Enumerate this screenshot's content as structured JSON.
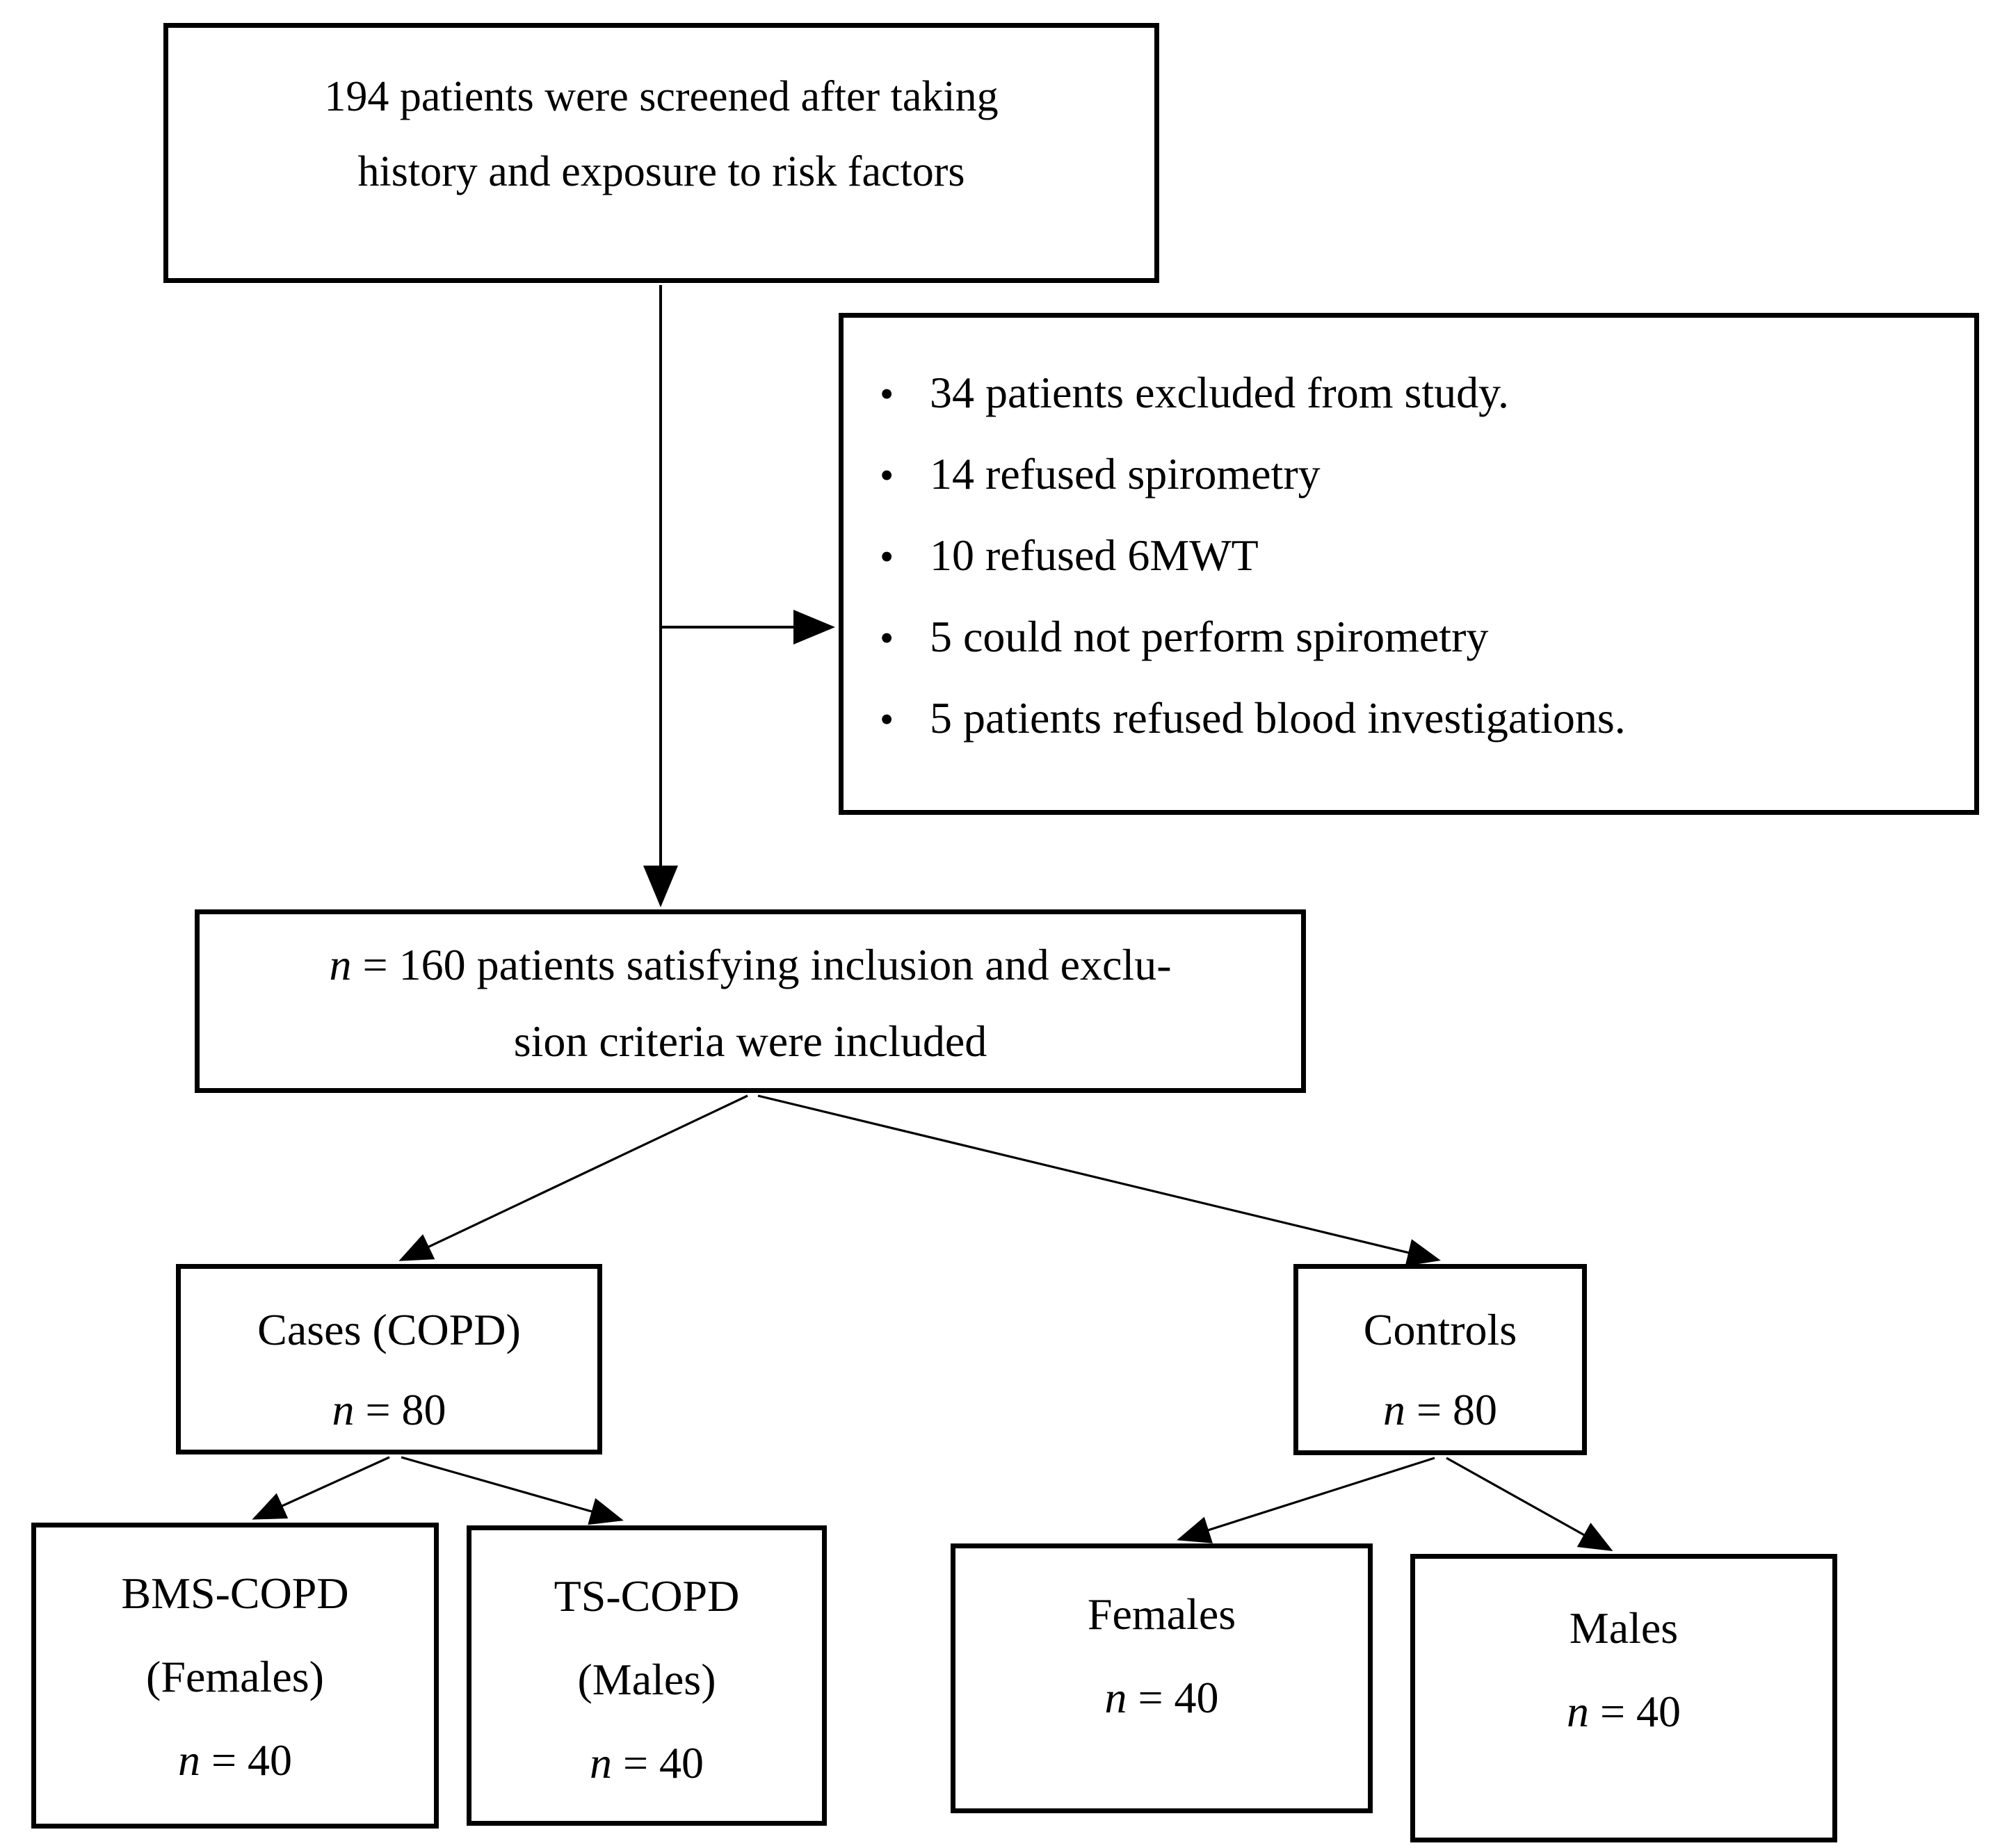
{
  "diagram": {
    "colors": {
      "ink": "#000000",
      "paper": "#ffffff"
    },
    "boxes": {
      "screened": {
        "line1": "194 patients were screened after taking",
        "line2": "history and exposure to risk factors"
      },
      "exclusions": {
        "bullet_glyph": "•",
        "items": [
          "34 patients excluded from study.",
          "14 refused spirometry",
          "10 refused 6MWT",
          "5 could not perform spirometry",
          "5 patients refused blood investigations."
        ]
      },
      "included": {
        "line1_var": "n",
        "line1_rest": " = 160 patients satisfying inclusion and exclu-",
        "line2": "sion criteria were included"
      },
      "cases": {
        "title": "Cases (COPD)",
        "count_var": "n",
        "count_rest": " = 80"
      },
      "controls": {
        "title": "Controls",
        "count_var": "n",
        "count_rest": " = 80"
      },
      "bms_copd": {
        "title": "BMS-COPD",
        "subtitle": "(Females)",
        "count_var": "n",
        "count_rest": " = 40"
      },
      "ts_copd": {
        "title": "TS-COPD",
        "subtitle": "(Males)",
        "count_var": "n",
        "count_rest": " = 40"
      },
      "females": {
        "title": "Females",
        "count_var": "n",
        "count_rest": " = 40"
      },
      "males": {
        "title": "Males",
        "count_var": "n",
        "count_rest": " = 40"
      }
    }
  }
}
